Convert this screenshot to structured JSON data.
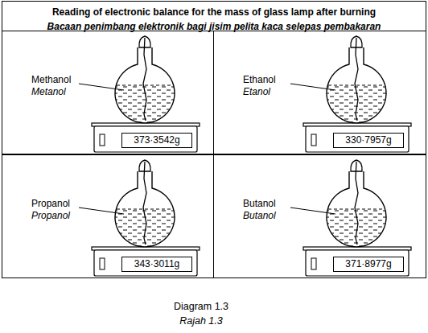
{
  "diagram": {
    "title": "Reading of electronic balance for the mass of glass lamp after burning",
    "caption": "Diagram 1.3",
    "nodes": [
      {
        "text": [
          "Methanol",
          "Metanol"
        ]
      },
      {
        "text": [
          "373·3542g"
        ],
        "in": 0
      },
      {
        "text": [
          "Ethanol",
          "Etanol"
        ]
      },
      {
        "text": [
          "330·7957g"
        ],
        "in": 2
      },
      {
        "text": [
          "Propanol",
          "Propanol"
        ]
      },
      {
        "text": [
          "343·3011g"
        ],
        "in": 4
      },
      {
        "text": [
          "Butanol",
          "Butanol"
        ]
      },
      {
        "text": [
          "371·8977g"
        ],
        "in": 6
      }
    ],
    "labels": [
      "Bacaan penimbang elektronik bagi jisim pelita kaca selepas pembakaran",
      "Rajah 1.3"
    ]
  }
}
